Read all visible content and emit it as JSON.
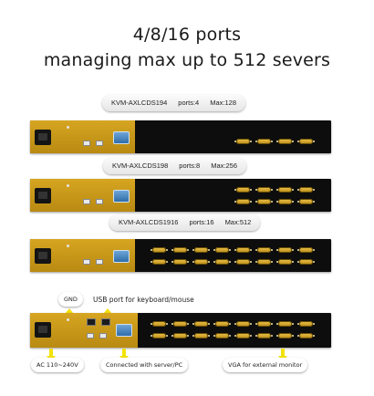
{
  "headline": {
    "line1": "4/8/16 ports",
    "line2": "managing max up to 512 severs"
  },
  "models": [
    {
      "model": "KVM-AXLCDS194",
      "ports": "ports:4",
      "max": "Max:128",
      "port_count": 4
    },
    {
      "model": "KVM-AXLCDS198",
      "ports": "ports:8",
      "max": "Max:256",
      "port_count": 8
    },
    {
      "model": "KVM-AXLCDS1916",
      "ports": "ports:16",
      "max": "Max:512",
      "port_count": 16
    }
  ],
  "callouts": {
    "gnd": "GND",
    "usb": "USB port for keyboard/mouse",
    "ac": "AC 110~240V",
    "server": "Connected with server/PC",
    "vga": "VGA for external monitor"
  },
  "colors": {
    "gold": "#c99a17",
    "chassis": "#0d0d0d",
    "arrow": "#f3e20a",
    "vga_port": "#2f6ea8"
  }
}
